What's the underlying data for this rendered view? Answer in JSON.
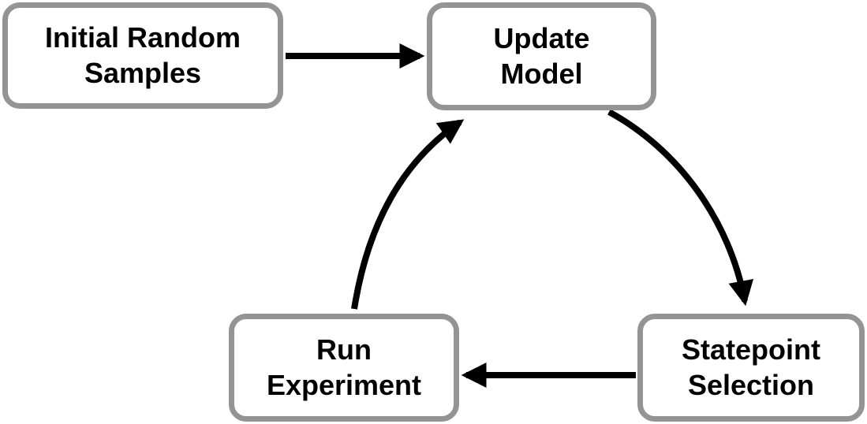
{
  "diagram": {
    "type": "cycle-flowchart",
    "colors": {
      "background": "#ffffff",
      "node_fill": "#ffffff",
      "node_border": "#949494",
      "text": "#000000",
      "arrow": "#000000"
    },
    "nodes": [
      {
        "id": "initial-random-samples",
        "label": "Initial Random\nSamples"
      },
      {
        "id": "update-model",
        "label": "Update\nModel"
      },
      {
        "id": "statepoint-selection",
        "label": "Statepoint\nSelection"
      },
      {
        "id": "run-experiment",
        "label": "Run\nExperiment"
      }
    ],
    "edges": [
      {
        "from": "initial-random-samples",
        "to": "update-model",
        "style": "straight"
      },
      {
        "from": "update-model",
        "to": "statepoint-selection",
        "style": "curved"
      },
      {
        "from": "statepoint-selection",
        "to": "run-experiment",
        "style": "straight"
      },
      {
        "from": "run-experiment",
        "to": "update-model",
        "style": "curved"
      }
    ]
  }
}
